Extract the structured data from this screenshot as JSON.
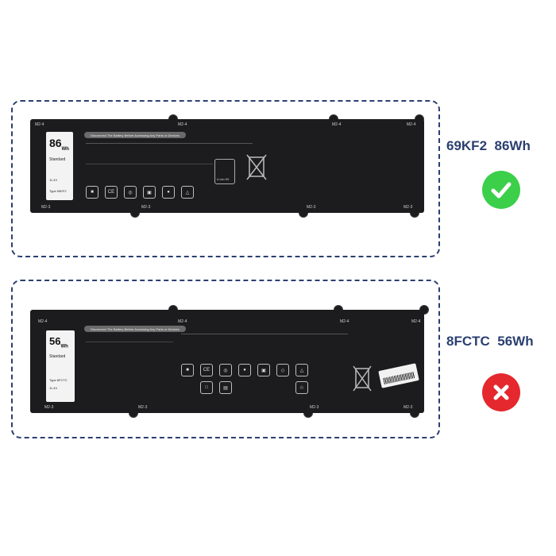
{
  "products": [
    {
      "model": "69KF2",
      "capacity": "86Wh",
      "status": "compatible",
      "status_icon": "check-icon",
      "sticker_wh": "86",
      "sticker_wh_unit": "Wh",
      "sticker_type": "Standard",
      "sticker_type_code": "Type 69KF2",
      "sticker_voltage": "11.4V",
      "header_text": "Disconnect The Battery Before Accessing Any Parts or Devices",
      "connectors": [
        "M2-4",
        "M2-4",
        "M2-4",
        "M2-4",
        "M2-3",
        "M2-3",
        "M2-3",
        "M2-3"
      ],
      "recycle_text": "Li-ion 00"
    },
    {
      "model": "8FCTC",
      "capacity": "56Wh",
      "status": "incompatible",
      "status_icon": "cross-icon",
      "sticker_wh": "56",
      "sticker_wh_unit": "Wh",
      "sticker_type": "Standard",
      "sticker_type_code": "Type 8FCTC",
      "sticker_voltage": "11.4V",
      "header_text": "Disconnect The Battery Before Accessing Any Parts or Devices",
      "connectors": [
        "M2-4",
        "M2-4",
        "M2-4",
        "M2-4",
        "M2-3",
        "M2-3",
        "M2-3",
        "M2-3"
      ]
    }
  ],
  "colors": {
    "accent": "#2b3f70",
    "ok": "#3ccf4a",
    "no": "#e5282d",
    "battery": "#1c1c1e"
  }
}
